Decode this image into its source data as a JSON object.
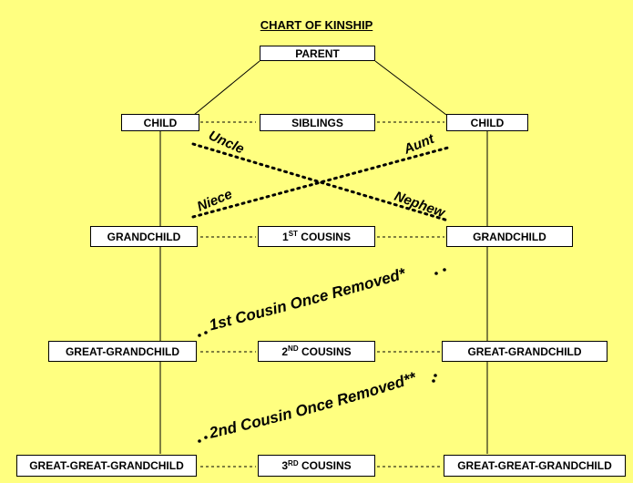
{
  "title": "CHART OF KINSHIP",
  "nodes": {
    "parent": "PARENT",
    "child_left": "CHILD",
    "siblings": "SIBLINGS",
    "child_right": "CHILD",
    "grandchild_left": "GRANDCHILD",
    "cousins_1": {
      "num": "1",
      "suffix": "ST",
      "text": "COUSINS"
    },
    "grandchild_right": "GRANDCHILD",
    "great_grandchild_left": "GREAT-GRANDCHILD",
    "cousins_2": {
      "num": "2",
      "suffix": "ND",
      "text": "COUSINS"
    },
    "great_grandchild_right": "GREAT-GRANDCHILD",
    "great_great_grandchild_left": "GREAT-GREAT-GRANDCHILD",
    "cousins_3": {
      "num": "3",
      "suffix": "RD",
      "text": "COUSINS"
    },
    "great_great_grandchild_right": "GREAT-GREAT-GRANDCHILD"
  },
  "relations": {
    "uncle": "Uncle",
    "aunt": "Aunt",
    "niece": "Niece",
    "nephew": "Nephew",
    "first_cousin_once_removed": "1st Cousin Once Removed*",
    "second_cousin_once_removed": "2nd Cousin Once Removed**"
  },
  "colors": {
    "background": "#ffff80",
    "box": "#ffffff",
    "line": "#000000"
  }
}
